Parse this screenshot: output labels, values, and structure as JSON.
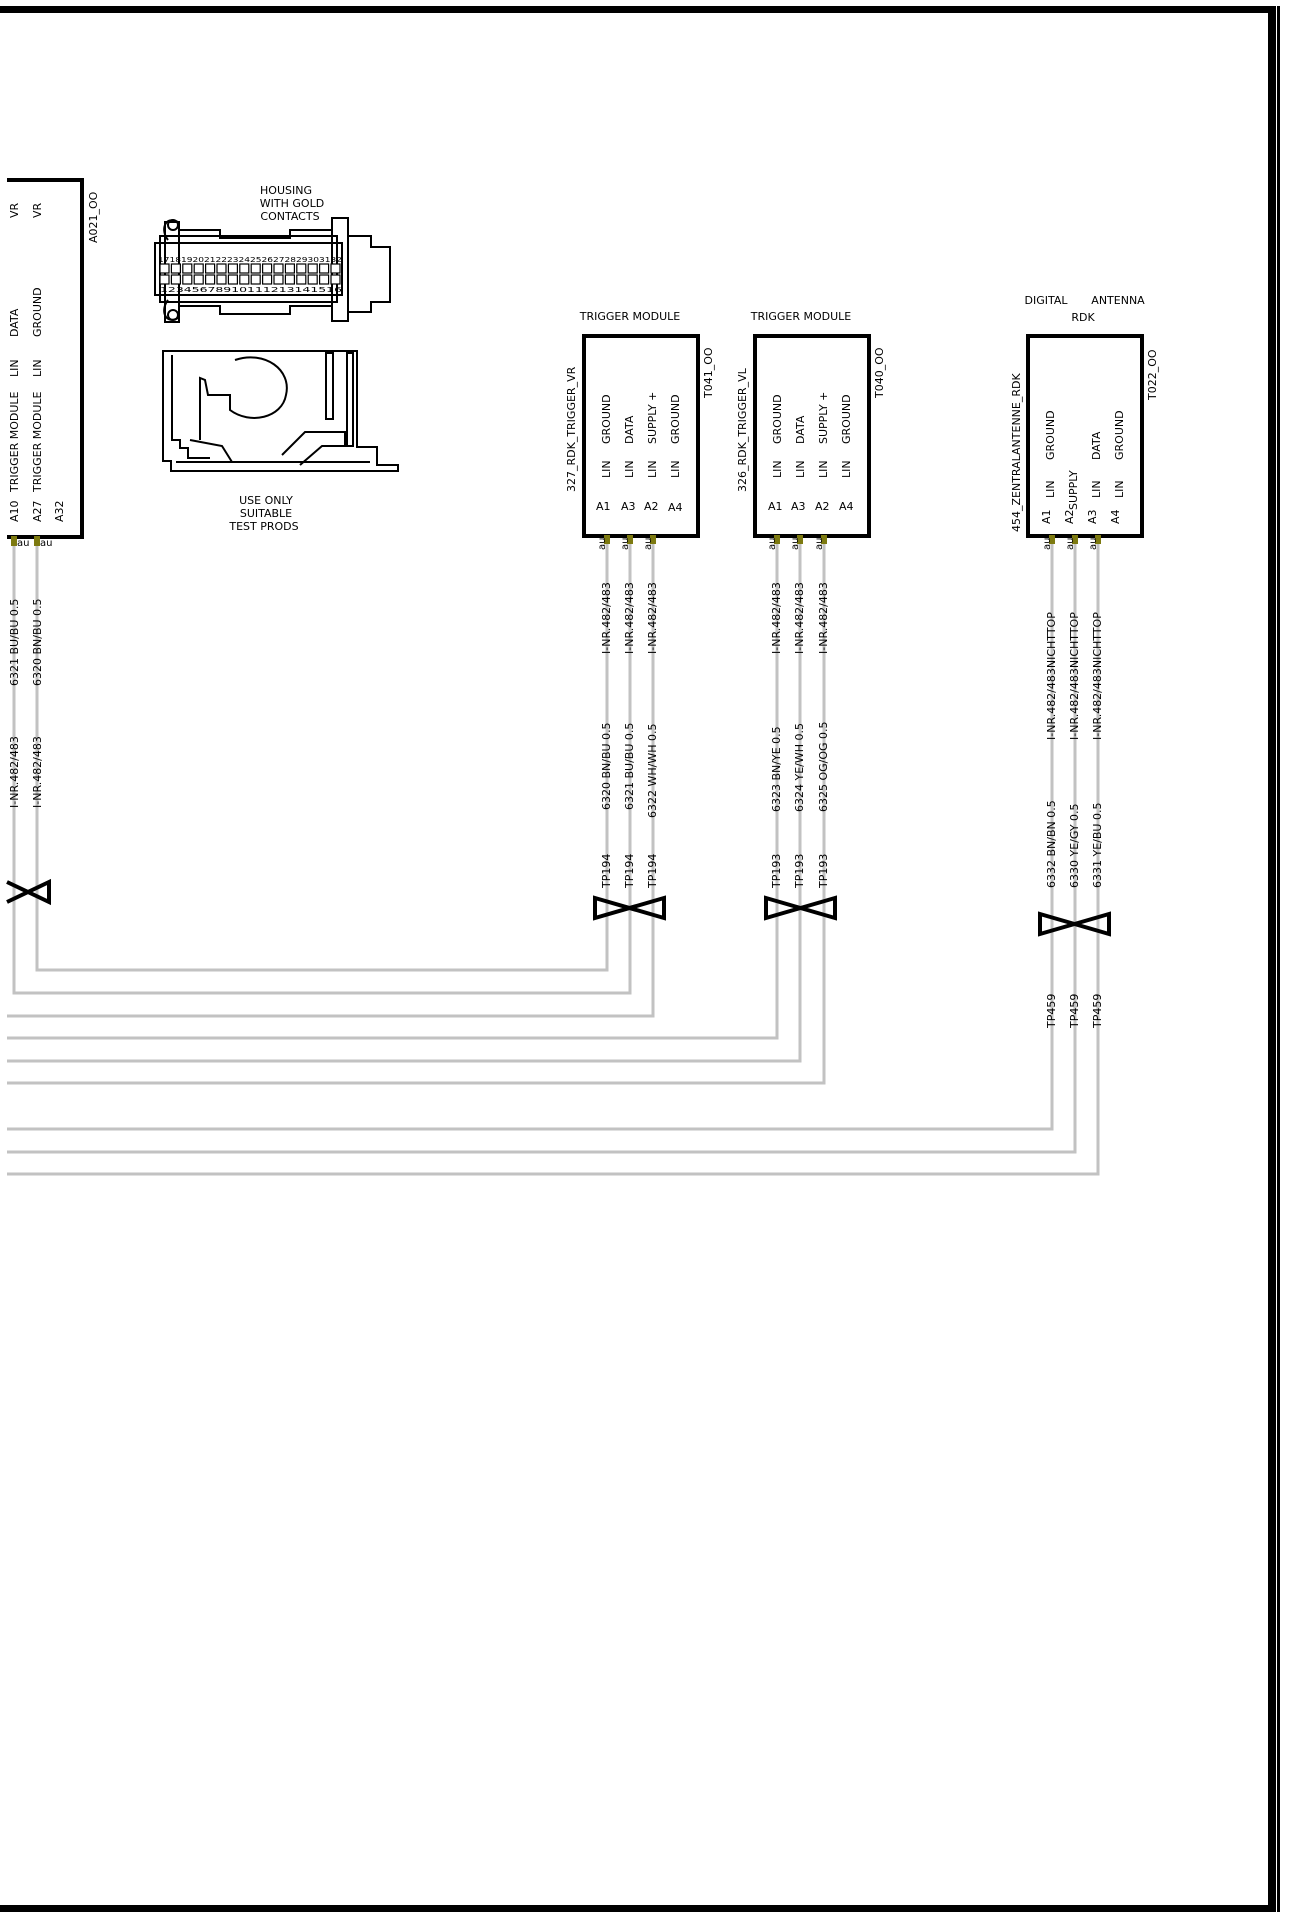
{
  "ecu": {
    "id": "A021_OO",
    "header_left": "VR",
    "header_right": "VR",
    "rows": [
      {
        "label": "DATA",
        "value": "GROUND"
      },
      {
        "label": "LIN",
        "value": "LIN"
      },
      {
        "label": "TRIGGER MODULE",
        "value": "TRIGGER MODULE"
      },
      {
        "label": "A10",
        "value": "A27"
      }
    ],
    "extra_pin": "A32",
    "terminal_labels": [
      "au",
      "au"
    ],
    "wires": [
      {
        "wire": "6321 BU/BU 0.5",
        "inr": "I-NR.482/483"
      },
      {
        "wire": "6320 BN/BU 0.5",
        "inr": "I-NR.482/483"
      }
    ]
  },
  "housing": {
    "caption": [
      "HOUSING",
      "WITH GOLD",
      "CONTACTS"
    ],
    "top_numbers": "17181920212223242526272829303132",
    "bottom_numbers": "12345678910111213141516",
    "test_note": [
      "USE ONLY",
      "SUITABLE",
      "TEST PRODS"
    ]
  },
  "modules": [
    {
      "title": "TRIGGER MODULE",
      "side_label": "327_RDK_TRIGGER_VR",
      "id": "T041_OO",
      "pins": [
        {
          "func": "GROUND",
          "type": "LIN",
          "pin": "A1"
        },
        {
          "func": "DATA",
          "type": "LIN",
          "pin": "A3"
        },
        {
          "func": "SUPPLY +",
          "type": "LIN",
          "pin": "A2"
        },
        {
          "func": "GROUND",
          "type": "LIN",
          "pin": "A4"
        }
      ],
      "terminal": "au",
      "wires": [
        {
          "inr": "I-NR.482/483",
          "wire": "6320 BN/BU 0.5",
          "tp": "TP194"
        },
        {
          "inr": "I-NR.482/483",
          "wire": "6321 BU/BU 0.5",
          "tp": "TP194"
        },
        {
          "inr": "I-NR.482/483",
          "wire": "6322 WH/WH 0.5",
          "tp": "TP194"
        }
      ]
    },
    {
      "title": "TRIGGER MODULE",
      "side_label": "326_RDK_TRIGGER_VL",
      "id": "T040_OO",
      "pins": [
        {
          "func": "GROUND",
          "type": "LIN",
          "pin": "A1"
        },
        {
          "func": "DATA",
          "type": "LIN",
          "pin": "A3"
        },
        {
          "func": "SUPPLY +",
          "type": "LIN",
          "pin": "A2"
        },
        {
          "func": "GROUND",
          "type": "LIN",
          "pin": "A4"
        }
      ],
      "terminal": "au",
      "wires": [
        {
          "inr": "I-NR.482/483",
          "wire": "6323 BN/YE 0.5",
          "tp": "TP193"
        },
        {
          "inr": "I-NR.482/483",
          "wire": "6324 YE/WH 0.5",
          "tp": "TP193"
        },
        {
          "inr": "I-NR.482/483",
          "wire": "6325 OG/OG 0.5",
          "tp": "TP193"
        }
      ]
    },
    {
      "title_left": "DIGITAL",
      "title_right": "ANTENNA",
      "subtitle": "RDK",
      "side_label": "454_ZENTRALANTENNE_RDK",
      "id": "T022_OO",
      "pins": [
        {
          "pin": "A1",
          "type": "LIN",
          "func": "GROUND"
        },
        {
          "pin": "A2",
          "type": "SUPPLY",
          "func": ""
        },
        {
          "pin": "A3",
          "type": "LIN",
          "func": "DATA"
        },
        {
          "pin": "A4",
          "type": "LIN",
          "func": "GROUND"
        }
      ],
      "terminal": "au",
      "wires": [
        {
          "inr": "I-NR.482/483NICHTTOP",
          "wire": "6332 BN/BN 0.5",
          "tp": "TP459"
        },
        {
          "inr": "I-NR.482/483NICHTTOP",
          "wire": "6330 YE/GY 0.5",
          "tp": "TP459"
        },
        {
          "inr": "I-NR.482/483NICHTTOP",
          "wire": "6331 YE/BU 0.5",
          "tp": "TP459"
        }
      ]
    }
  ],
  "colors": {
    "wire": "#c2c2c2",
    "terminal": "#7d7a10",
    "border": "#000000"
  }
}
